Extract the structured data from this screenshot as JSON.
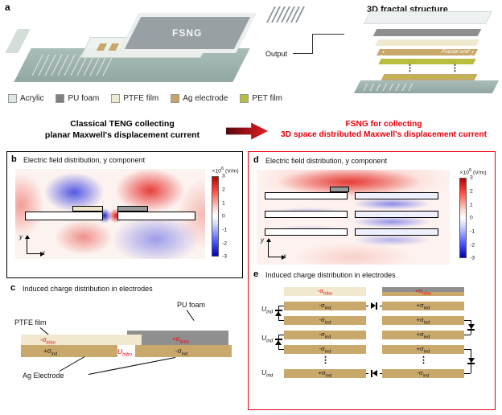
{
  "colors": {
    "accent_red": "#e8000b",
    "electrode_tan": "#c9a86b",
    "ptfe_cream": "#f0e9cf",
    "foam_gray": "#8f8f8f",
    "acrylic_teal": "#a0b6b2",
    "pet_olive": "#b9bd3e"
  },
  "panel_a": {
    "label": "a",
    "left_device": {
      "fsng_label": "FSNG"
    },
    "right_device": {
      "title": "3D fractal structure",
      "output_label": "Output",
      "fractal_unit_label": "Fractal unit",
      "dots": "⋮"
    }
  },
  "legend": {
    "items": [
      {
        "label": "Acrylic",
        "color": "#dde6e6"
      },
      {
        "label": "PU foam",
        "color": "#7f7f7f"
      },
      {
        "label": "PTFE film",
        "color": "#f0ead2"
      },
      {
        "label": "Ag electrode",
        "color": "#c8a566"
      },
      {
        "label": "PET film",
        "color": "#b9bd3c"
      }
    ]
  },
  "headers": {
    "left": {
      "line1": "Classical TENG collecting",
      "line2": "planar Maxwell's displacement current"
    },
    "right": {
      "line1": "FSNG for collecting",
      "line2": "3D space distributed Maxwell's displacement current"
    }
  },
  "panel_b": {
    "label": "b",
    "title": "Electric field distribution, y component",
    "colorbar": {
      "prefix": "×10",
      "exponent": "6",
      "unit": " (V/m)",
      "ticks": [
        "3",
        "2",
        "1",
        "0",
        "-1",
        "-2",
        "-3"
      ]
    },
    "axes": {
      "x": "x",
      "y": "y"
    }
  },
  "panel_c": {
    "label": "c",
    "title": "Induced charge distribution in electrodes",
    "pu_foam": "PU foam",
    "ptfe_film": "PTFE film",
    "ag_electrode": "Ag Electrode",
    "tribo_neg": {
      "main": "-σ",
      "sub": "tribo"
    },
    "tribo_pos": {
      "main": "+σ",
      "sub": "tribo"
    },
    "ind_pos": {
      "main": "+σ",
      "sub": "ind"
    },
    "ind_neg": {
      "main": "-σ",
      "sub": "ind"
    },
    "u_tribo": {
      "main": "U",
      "sub": "tribo"
    }
  },
  "panel_d": {
    "label": "d",
    "title": "Electric field distribution, y component",
    "colorbar": {
      "prefix": "×10",
      "exponent": "6",
      "unit": " (V/m)",
      "ticks": [
        "3",
        "2",
        "1",
        "0",
        "-1",
        "-2",
        "-3"
      ]
    },
    "axes": {
      "x": "x",
      "y": "y"
    }
  },
  "panel_e": {
    "label": "e",
    "title": "Induced charge distribution in electrodes",
    "tribo_neg": {
      "main": "-σ",
      "sub": "tribo"
    },
    "tribo_pos": {
      "main": "+σ",
      "sub": "tribo"
    },
    "u_ind": {
      "main": "U",
      "sub": "ind"
    },
    "dots": "⋮",
    "rows": [
      {
        "left": {
          "main": "-σ",
          "sub": "ind"
        },
        "right": {
          "main": "+σ",
          "sub": "ind"
        }
      },
      {
        "left": {
          "main": "-σ",
          "sub": "ind"
        },
        "right": {
          "main": "+σ",
          "sub": "ind"
        }
      },
      {
        "left": {
          "main": "-σ",
          "sub": "ind"
        },
        "right": {
          "main": "+σ",
          "sub": "ind"
        }
      },
      {
        "left": {
          "main": "-σ",
          "sub": "ind"
        },
        "right": {
          "main": "+σ",
          "sub": "ind"
        }
      },
      {
        "left": {
          "main": "+σ",
          "sub": "ind"
        },
        "right": {
          "main": "-σ",
          "sub": "ind"
        }
      }
    ]
  }
}
